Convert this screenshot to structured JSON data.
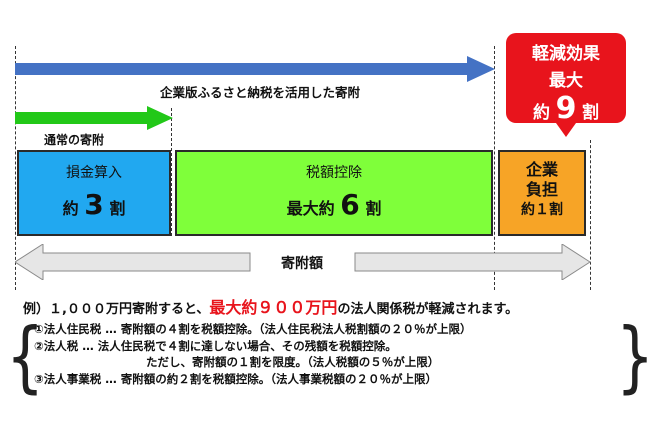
{
  "diagram": {
    "callout": {
      "line1": "軽減効果",
      "line2": "最大",
      "line3_prefix": "約",
      "line3_big": "9",
      "line3_suffix": "割"
    },
    "arrow_corporate_label": "企業版ふるさと納税を活用した寄附",
    "arrow_normal_label": "通常の寄附",
    "box_loss": {
      "label": "損金算入",
      "prefix": "約",
      "big": "3",
      "suffix": "割"
    },
    "box_credit": {
      "label": "税額控除",
      "prefix": "最大約",
      "big": "6",
      "suffix": "割"
    },
    "box_company": {
      "line1": "企業",
      "line2": "負担",
      "line3": "約１割"
    },
    "donation_amount_label": "寄附額",
    "colors": {
      "blue_arrow": "#4472c4",
      "green": "#7fff3a",
      "blue_box": "#21a8f0",
      "orange": "#f7a426",
      "red": "#e8141c",
      "gray_arrow": "#e6e6e6"
    }
  },
  "example": {
    "prefix": "例）１,０００万円寄附すると、",
    "highlight": "最大約９００万円",
    "suffix": "の法人関係税が軽減されます。"
  },
  "notes": [
    "①法人住民税 … 寄附額の４割を税額控除。（法人住民税法人税割額の２０％が上限）",
    "②法人税 … 法人住民税で４割に達しない場合、その残額を税額控除。",
    "ただし、寄附額の１割を限度。（法人税額の５％が上限）",
    "③法人事業税 … 寄附額の約２割を税額控除。（法人事業税額の２０％が上限）"
  ]
}
